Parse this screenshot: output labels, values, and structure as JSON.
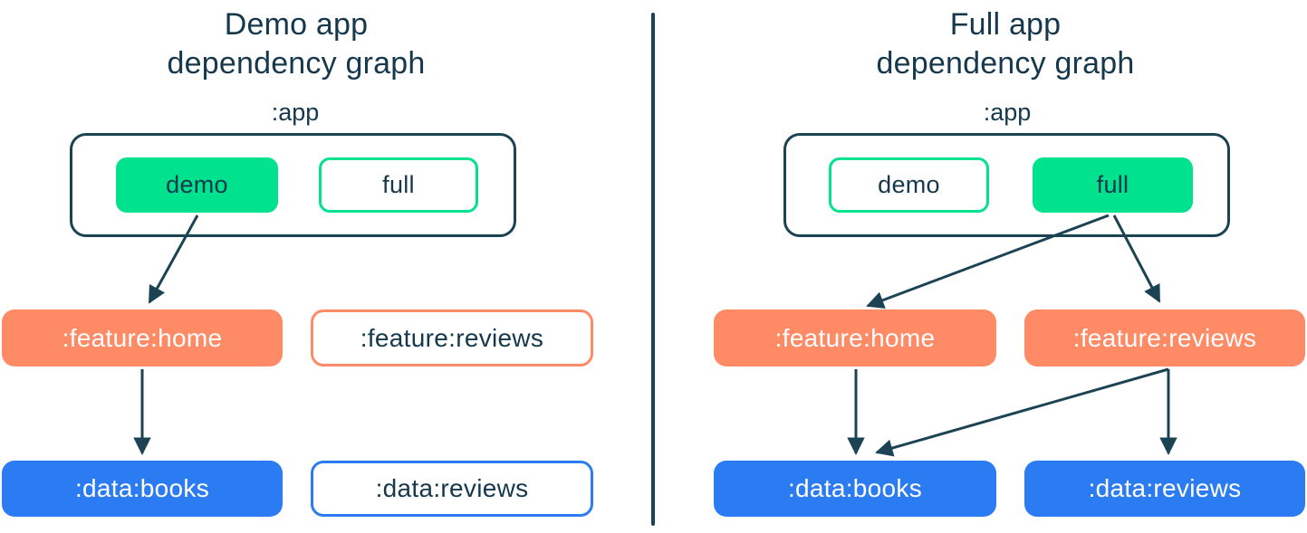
{
  "diagram": {
    "colors": {
      "text_dark": "#16384c",
      "line": "#1b4353",
      "green": "#00e28d",
      "orange": "#ff8a66",
      "blue": "#2b7bf2",
      "white": "#ffffff"
    },
    "panels": [
      {
        "title_line1": "Demo app",
        "title_line2": "dependency graph",
        "app_label": ":app",
        "variants": [
          {
            "label": "demo",
            "included": true
          },
          {
            "label": "full",
            "included": false
          }
        ],
        "features": [
          {
            "label": ":feature:home",
            "included": true
          },
          {
            "label": ":feature:reviews",
            "included": false
          }
        ],
        "data_modules": [
          {
            "label": ":data:books",
            "included": true
          },
          {
            "label": ":data:reviews",
            "included": false
          }
        ],
        "edges": [
          {
            "from": "demo",
            "to": ":feature:home"
          },
          {
            "from": ":feature:home",
            "to": ":data:books"
          }
        ]
      },
      {
        "title_line1": "Full app",
        "title_line2": "dependency graph",
        "app_label": ":app",
        "variants": [
          {
            "label": "demo",
            "included": false
          },
          {
            "label": "full",
            "included": true
          }
        ],
        "features": [
          {
            "label": ":feature:home",
            "included": true
          },
          {
            "label": ":feature:reviews",
            "included": true
          }
        ],
        "data_modules": [
          {
            "label": ":data:books",
            "included": true
          },
          {
            "label": ":data:reviews",
            "included": true
          }
        ],
        "edges": [
          {
            "from": "full",
            "to": ":feature:home"
          },
          {
            "from": "full",
            "to": ":feature:reviews"
          },
          {
            "from": ":feature:home",
            "to": ":data:books"
          },
          {
            "from": ":feature:reviews",
            "to": ":data:books"
          },
          {
            "from": ":feature:reviews",
            "to": ":data:reviews"
          }
        ]
      }
    ]
  }
}
